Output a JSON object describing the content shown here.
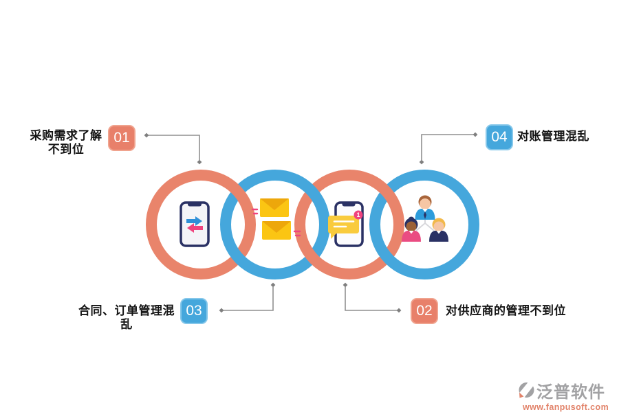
{
  "page": {
    "background": "#FFFFFF"
  },
  "diagram": {
    "problems": [
      {
        "number": "01",
        "label": "采购需求了解不到位",
        "badge_color": "#E8806A",
        "position": "top-left"
      },
      {
        "number": "02",
        "label": "对供应商的管理不到位",
        "badge_color": "#E8806A",
        "position": "bottom-right"
      },
      {
        "number": "03",
        "label": "合同、订单管理混乱",
        "badge_color": "#45A7DC",
        "position": "bottom-left"
      },
      {
        "number": "04",
        "label": "对账管理混乱",
        "badge_color": "#45A7DC",
        "position": "top-right"
      }
    ],
    "rings": [
      {
        "color": "#E9846B",
        "icon": "phone-transfer-icon"
      },
      {
        "color": "#45A7DC",
        "icon": "mail-send-icon"
      },
      {
        "color": "#E9846B",
        "icon": "phone-chat-icon"
      },
      {
        "color": "#45A7DC",
        "icon": "team-icon"
      }
    ],
    "chat_notification_count": "1",
    "connector_color": "#8F8F8F"
  },
  "watermark": {
    "brand": "泛普软件",
    "url": "www.fanpusoft.com"
  }
}
